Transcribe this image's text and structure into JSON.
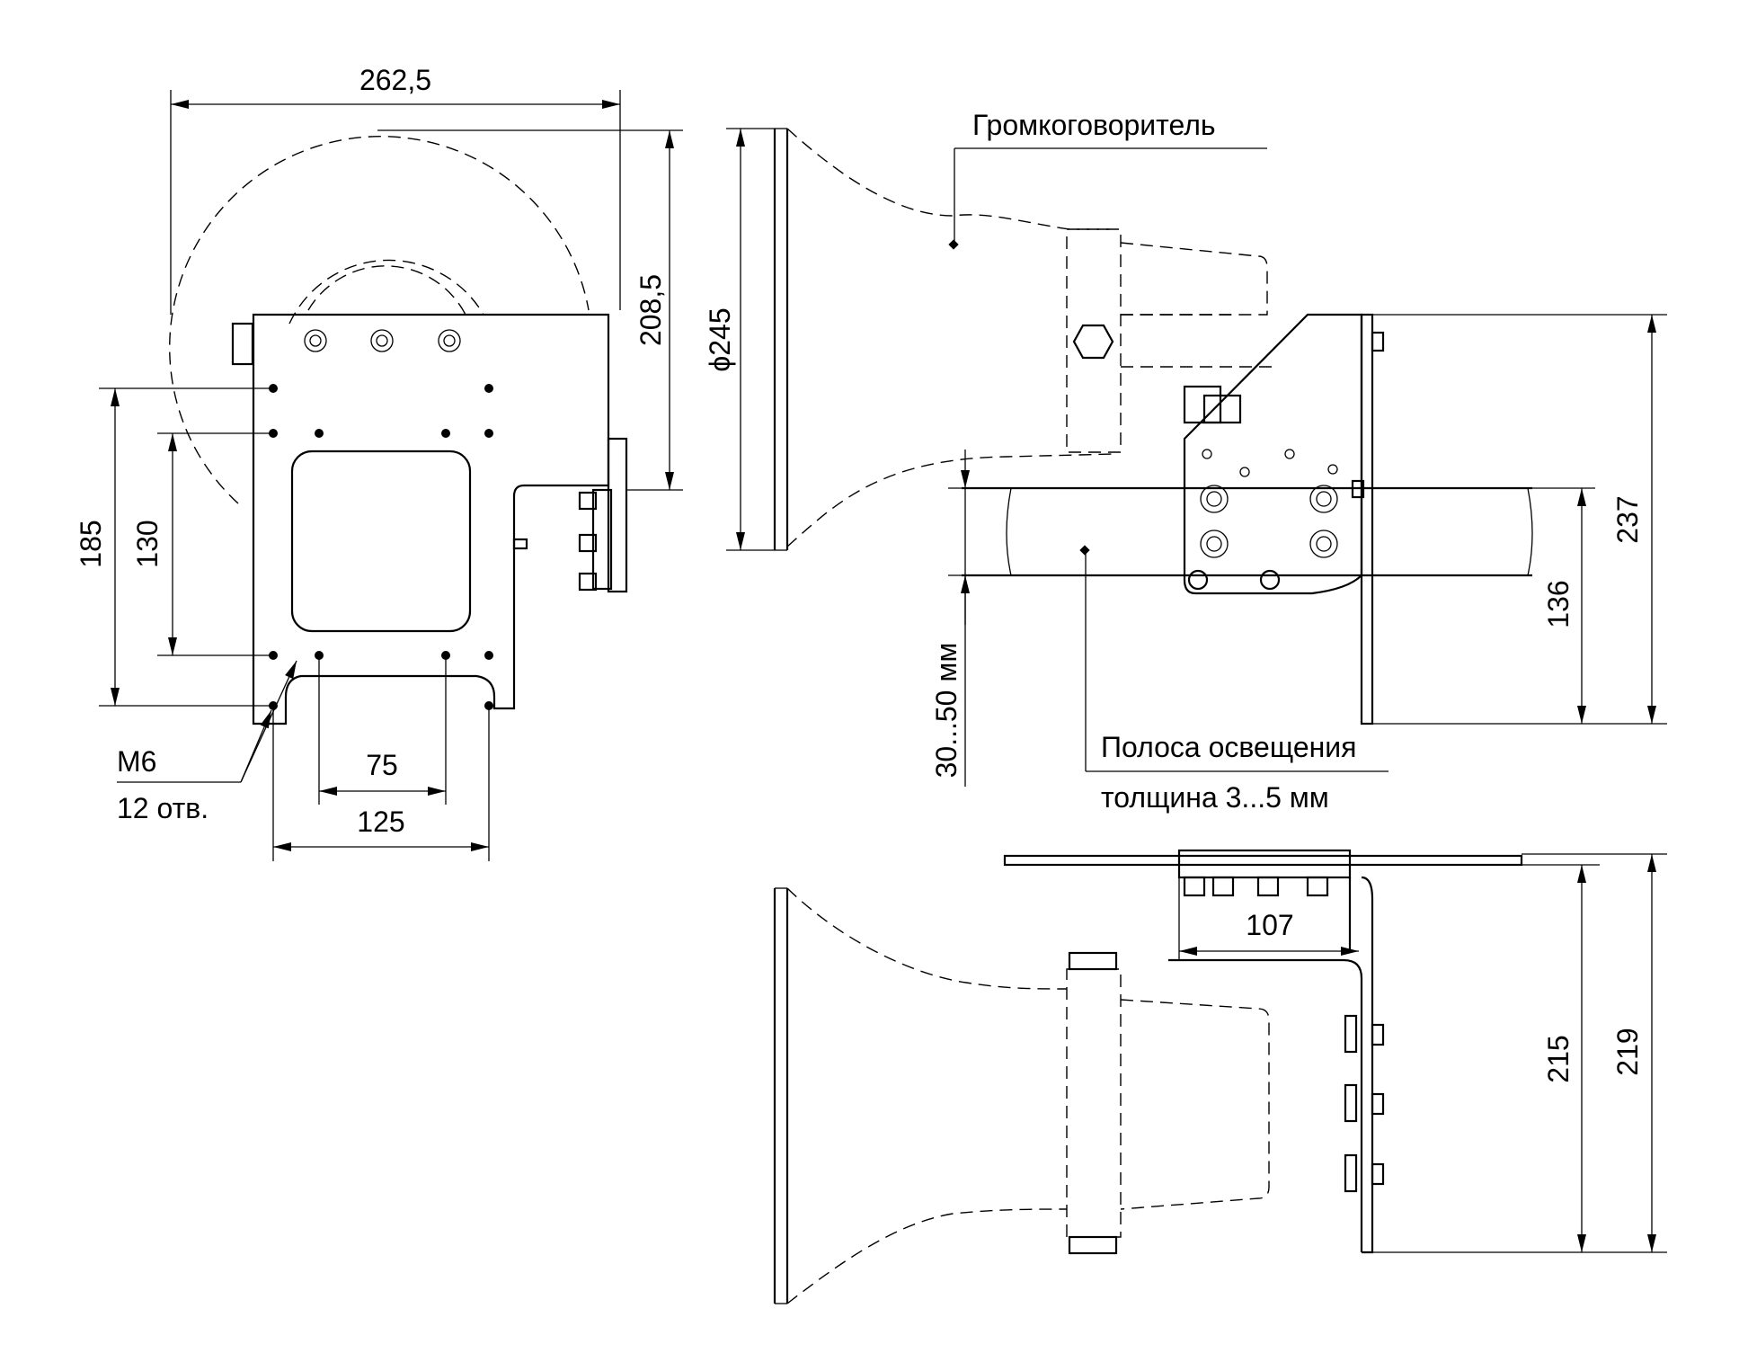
{
  "dimensions": {
    "d262_5": "262,5",
    "d208_5": "208,5",
    "d245": "ϕ245",
    "d185": "185",
    "d130": "130",
    "d75": "75",
    "d125": "125",
    "d237": "237",
    "d136": "136",
    "d30_50": "30...50 мм",
    "d107": "107",
    "d215": "215",
    "d219": "219"
  },
  "labels": {
    "speaker": "Громкоговоритель",
    "strip_line1": "Полоса освещения",
    "strip_line2": "толщина 3...5 мм",
    "thread": "М6",
    "holes": "12 отв."
  }
}
